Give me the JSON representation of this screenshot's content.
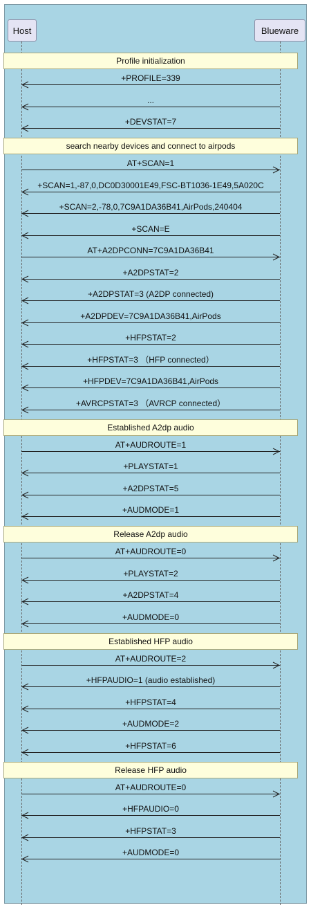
{
  "participants": {
    "host": "Host",
    "blueware": "Blueware"
  },
  "sequence": [
    {
      "kind": "section",
      "text": "Profile initialization"
    },
    {
      "kind": "msg",
      "dir": "left",
      "text": "+PROFILE=339"
    },
    {
      "kind": "msg",
      "dir": "left",
      "text": "..."
    },
    {
      "kind": "msg",
      "dir": "left",
      "text": "+DEVSTAT=7"
    },
    {
      "kind": "section",
      "text": "search nearby devices and connect to airpods"
    },
    {
      "kind": "msg",
      "dir": "right",
      "text": "AT+SCAN=1"
    },
    {
      "kind": "msg",
      "dir": "left",
      "text": "+SCAN=1,-87,0,DC0D30001E49,FSC-BT1036-1E49,5A020C"
    },
    {
      "kind": "msg",
      "dir": "left",
      "text": "+SCAN=2,-78,0,7C9A1DA36B41,AirPods,240404"
    },
    {
      "kind": "msg",
      "dir": "left",
      "text": "+SCAN=E"
    },
    {
      "kind": "msg",
      "dir": "right",
      "text": "AT+A2DPCONN=7C9A1DA36B41"
    },
    {
      "kind": "msg",
      "dir": "left",
      "text": "+A2DPSTAT=2"
    },
    {
      "kind": "msg",
      "dir": "left",
      "text": "+A2DPSTAT=3 (A2DP connected)"
    },
    {
      "kind": "msg",
      "dir": "left",
      "text": "+A2DPDEV=7C9A1DA36B41,AirPods"
    },
    {
      "kind": "msg",
      "dir": "left",
      "text": "+HFPSTAT=2"
    },
    {
      "kind": "msg",
      "dir": "left",
      "text": "+HFPSTAT=3 （HFP connected）"
    },
    {
      "kind": "msg",
      "dir": "left",
      "text": "+HFPDEV=7C9A1DA36B41,AirPods"
    },
    {
      "kind": "msg",
      "dir": "left",
      "text": "+AVRCPSTAT=3 （AVRCP connected）"
    },
    {
      "kind": "section",
      "text": "Established A2dp audio"
    },
    {
      "kind": "msg",
      "dir": "right",
      "text": "AT+AUDROUTE=1"
    },
    {
      "kind": "msg",
      "dir": "left",
      "text": "+PLAYSTAT=1"
    },
    {
      "kind": "msg",
      "dir": "left",
      "text": "+A2DPSTAT=5"
    },
    {
      "kind": "msg",
      "dir": "left",
      "text": "+AUDMODE=1"
    },
    {
      "kind": "section",
      "text": "Release A2dp audio"
    },
    {
      "kind": "msg",
      "dir": "right",
      "text": "AT+AUDROUTE=0"
    },
    {
      "kind": "msg",
      "dir": "left",
      "text": "+PLAYSTAT=2"
    },
    {
      "kind": "msg",
      "dir": "left",
      "text": "+A2DPSTAT=4"
    },
    {
      "kind": "msg",
      "dir": "left",
      "text": "+AUDMODE=0"
    },
    {
      "kind": "section",
      "text": "Established HFP audio"
    },
    {
      "kind": "msg",
      "dir": "right",
      "text": "AT+AUDROUTE=2"
    },
    {
      "kind": "msg",
      "dir": "left",
      "text": "+HFPAUDIO=1 (audio established)"
    },
    {
      "kind": "msg",
      "dir": "left",
      "text": "+HFPSTAT=4"
    },
    {
      "kind": "msg",
      "dir": "left",
      "text": "+AUDMODE=2"
    },
    {
      "kind": "msg",
      "dir": "left",
      "text": "+HFPSTAT=6"
    },
    {
      "kind": "section",
      "text": "Release HFP audio"
    },
    {
      "kind": "msg",
      "dir": "right",
      "text": "AT+AUDROUTE=0"
    },
    {
      "kind": "msg",
      "dir": "left",
      "text": "+HFPAUDIO=0"
    },
    {
      "kind": "msg",
      "dir": "left",
      "text": "+HFPSTAT=3"
    },
    {
      "kind": "msg",
      "dir": "left",
      "text": "+AUDMODE=0"
    }
  ]
}
